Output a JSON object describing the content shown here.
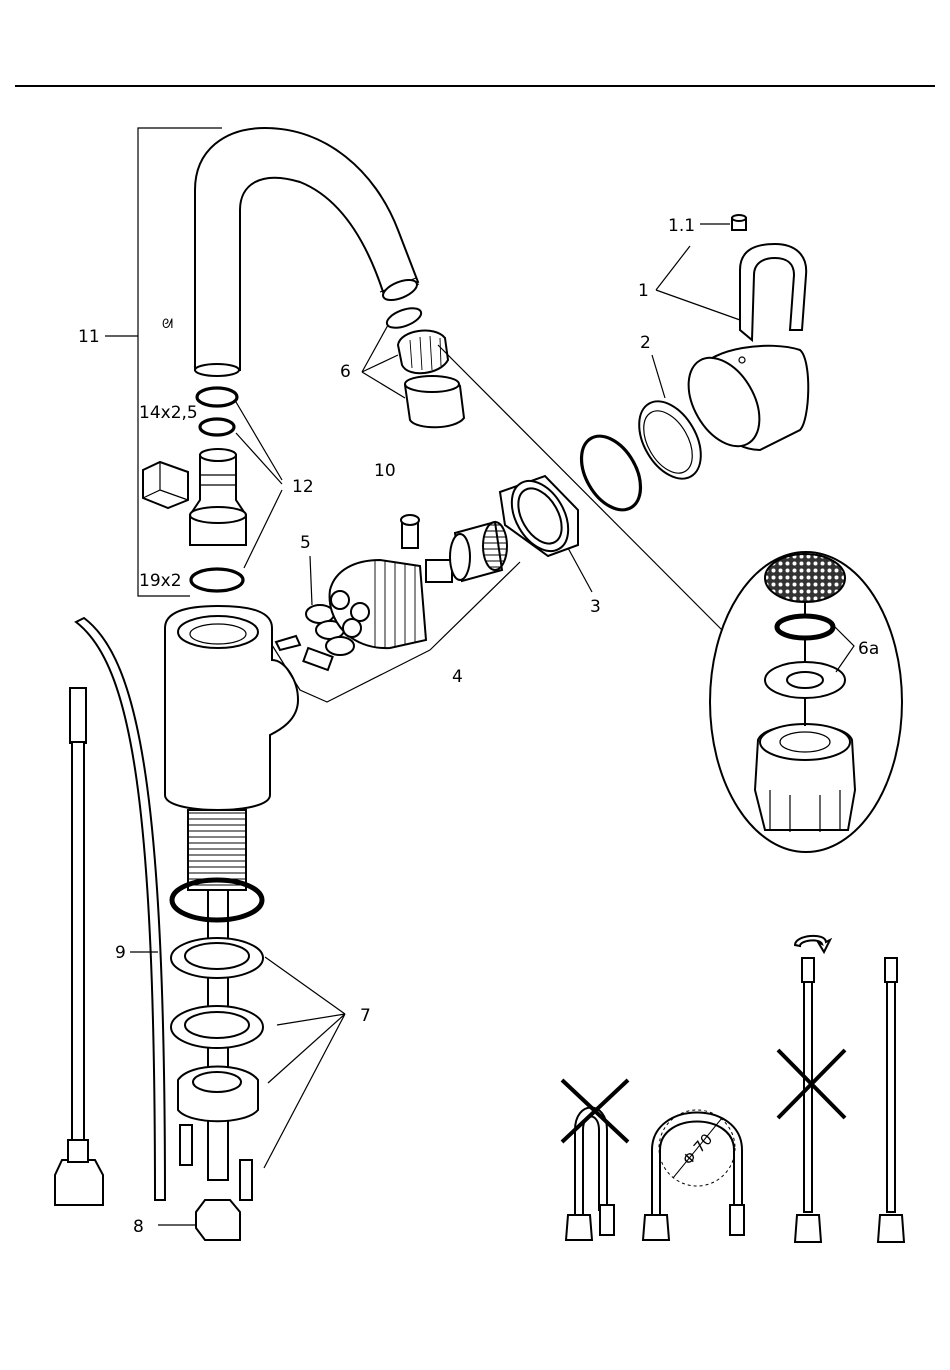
{
  "labels": {
    "spout": "11",
    "oring_small": "14x2,5",
    "orings_group": "12",
    "oring_large": "19x2",
    "screw": "10",
    "seal_5": "5",
    "cartridge": "4",
    "nut": "3",
    "sleeve": "2",
    "handle": "1",
    "cap": "1.1",
    "aerator": "6",
    "aerator_detail": "6a",
    "fixing_set": "7",
    "hose_rigid": "9",
    "hose_flex": "8",
    "bend_diameter": "Φ 70"
  },
  "colors": {
    "line": "#000000",
    "background": "#ffffff"
  }
}
